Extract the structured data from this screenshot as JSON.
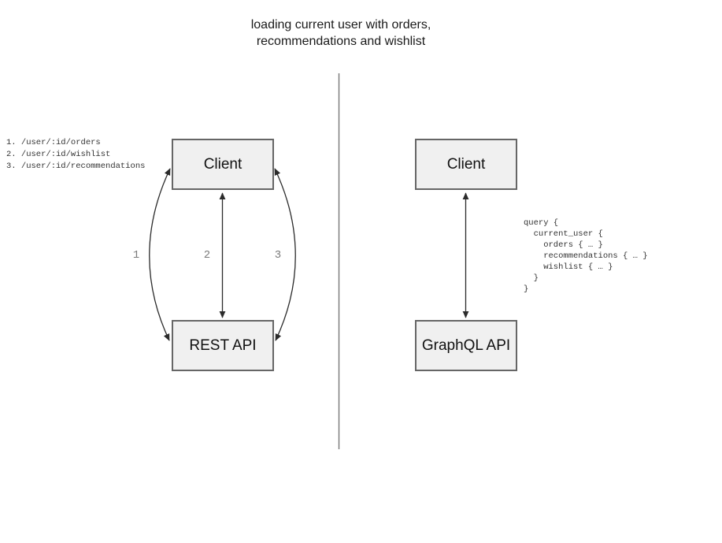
{
  "title": {
    "line1": "loading current user with orders,",
    "line2": "recommendations and wishlist"
  },
  "rest_panel": {
    "client_label": "Client",
    "api_label": "REST API",
    "endpoints": "1. /user/:id/orders\n2. /user/:id/wishlist\n3. /user/:id/recommendations",
    "arrow_labels": [
      "1",
      "2",
      "3"
    ]
  },
  "graphql_panel": {
    "client_label": "Client",
    "api_label": "GraphQL API",
    "query": "query {\n  current_user {\n    orders { … }\n    recommendations { … }\n    wishlist { … }\n  }\n}"
  },
  "colors": {
    "box_fill": "#f0f0f0",
    "box_border": "#666666",
    "arrow": "#2b2b2b",
    "divider": "#777777",
    "arrow_number": "#7a7a7a"
  }
}
